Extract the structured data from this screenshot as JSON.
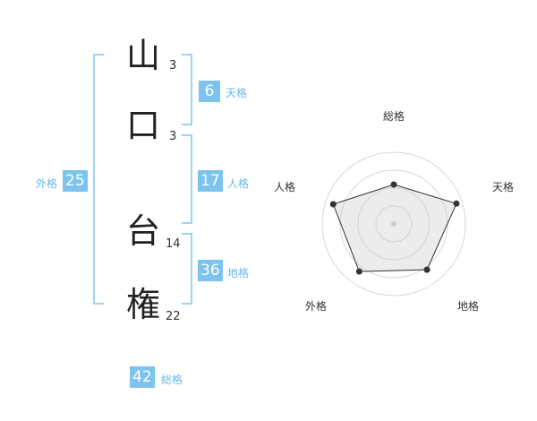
{
  "colors": {
    "accent": "#7cc3ef",
    "bracket": "#9fd3f4",
    "label": "#6bb8e8",
    "text": "#222222"
  },
  "name": {
    "chars": [
      {
        "char": "山",
        "strokes": "3"
      },
      {
        "char": "口",
        "strokes": "3"
      },
      {
        "char": "台",
        "strokes": "14"
      },
      {
        "char": "権",
        "strokes": "22"
      }
    ]
  },
  "fortunes": {
    "tenkaku": {
      "value": "6",
      "label": "天格"
    },
    "jinkaku": {
      "value": "17",
      "label": "人格"
    },
    "chikaku": {
      "value": "36",
      "label": "地格"
    },
    "gaikaku": {
      "value": "25",
      "label": "外格"
    },
    "soukaku": {
      "value": "42",
      "label": "総格"
    }
  },
  "chart_data": {
    "type": "radar",
    "axes": [
      "総格",
      "天格",
      "地格",
      "外格",
      "人格"
    ],
    "values": [
      0.55,
      0.92,
      0.79,
      0.82,
      0.89
    ],
    "rings": 4,
    "grid": true
  }
}
